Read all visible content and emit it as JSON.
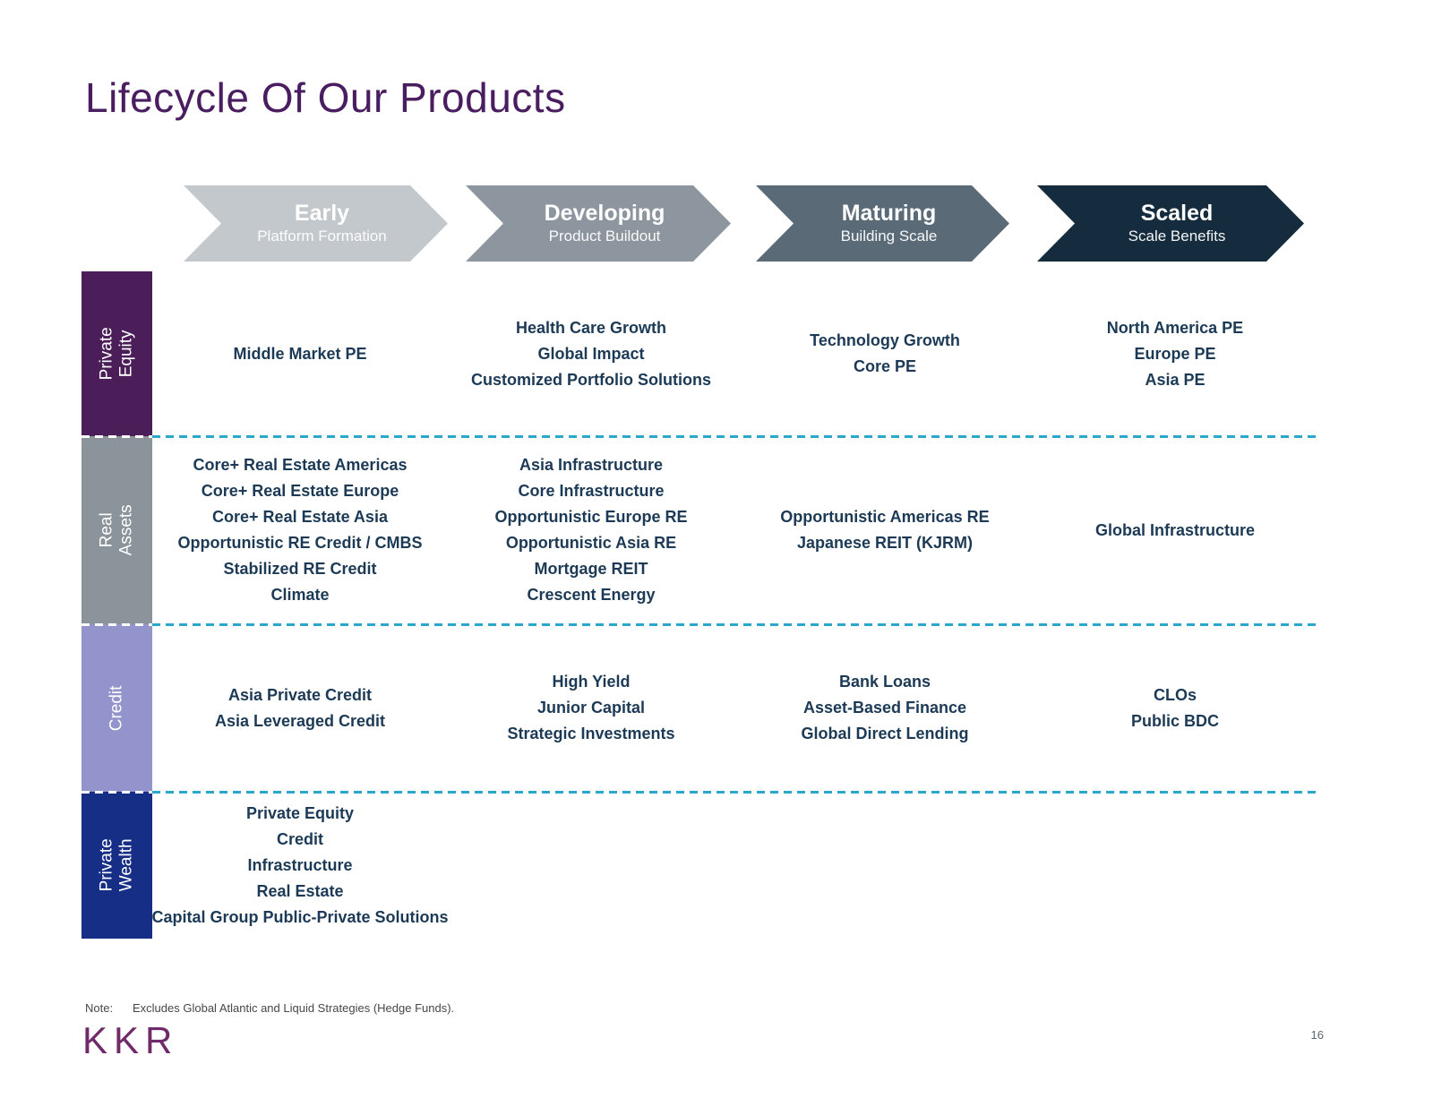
{
  "slide": {
    "title": "Lifecycle Of Our Products",
    "page_number": "16",
    "footer": {
      "note_label": "Note:",
      "note_text": "Excludes Global Atlantic and Liquid Strategies (Hedge Funds).",
      "logo": "KKR"
    }
  },
  "stages": [
    {
      "label": "Early",
      "sublabel": "Platform Formation",
      "color": "#c3c8cd"
    },
    {
      "label": "Developing",
      "sublabel": "Product Buildout",
      "color": "#8d969e"
    },
    {
      "label": "Maturing",
      "sublabel": "Building Scale",
      "color": "#5a6b77"
    },
    {
      "label": "Scaled",
      "sublabel": "Scale Benefits",
      "color": "#152b3e"
    }
  ],
  "rows": [
    {
      "label": "Private\nEquity",
      "color": "#4b1e59",
      "cells": [
        [
          "Middle Market PE"
        ],
        [
          "Health Care Growth",
          "Global Impact",
          "Customized Portfolio Solutions"
        ],
        [
          "Technology Growth",
          "Core PE"
        ],
        [
          "North America PE",
          "Europe PE",
          "Asia PE"
        ]
      ]
    },
    {
      "label": "Real Assets",
      "color": "#8b939b",
      "cells": [
        [
          "Core+ Real Estate Americas",
          "Core+ Real Estate Europe",
          "Core+ Real Estate Asia",
          "Opportunistic RE Credit / CMBS",
          "Stabilized RE Credit",
          "Climate"
        ],
        [
          "Asia Infrastructure",
          "Core Infrastructure",
          "Opportunistic Europe RE",
          "Opportunistic Asia RE",
          "Mortgage REIT",
          "Crescent Energy"
        ],
        [
          "Opportunistic Americas RE",
          "Japanese REIT (KJRM)"
        ],
        [
          "Global Infrastructure"
        ]
      ]
    },
    {
      "label": "Credit",
      "color": "#9394cb",
      "cells": [
        [
          "Asia Private Credit",
          "Asia Leveraged Credit"
        ],
        [
          "High Yield",
          "Junior Capital",
          "Strategic Investments"
        ],
        [
          "Bank Loans",
          "Asset-Based Finance",
          "Global Direct Lending"
        ],
        [
          "CLOs",
          "Public BDC"
        ]
      ]
    },
    {
      "label": "Private Wealth",
      "color": "#172e87",
      "cells": [
        [
          "Private Equity",
          "Credit",
          "Infrastructure",
          "Real Estate",
          "Capital Group Public-Private Solutions"
        ],
        [],
        [],
        []
      ]
    }
  ],
  "colors": {
    "title": "#4a1d61",
    "cell_text": "#1c3a56",
    "divider": "#2ba7cb",
    "logo": "#702a6a"
  }
}
